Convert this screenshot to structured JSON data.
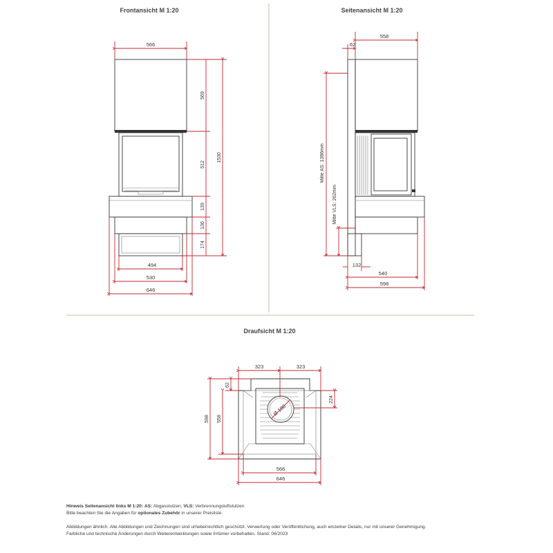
{
  "views": {
    "front": {
      "title": "Frontansicht M 1:20",
      "dims": {
        "top_width": "566",
        "h1": "569",
        "h2": "512",
        "h3": "139",
        "h4": "136",
        "h5": "174",
        "total": "1530",
        "w1": "494",
        "w2": "530",
        "w3": "646"
      }
    },
    "side": {
      "title": "Seitenansicht M 1:20",
      "dims": {
        "top_width": "558",
        "offset": "62",
        "as_label": "Mitte AS: 1386mm",
        "vls_label": "Mitte VLS: 262mm",
        "bottom_offset": "132",
        "w1": "540",
        "w2": "598"
      }
    },
    "top": {
      "title": "Draufsicht M 1:20",
      "dims": {
        "left_half": "323",
        "right_half": "323",
        "d62": "62",
        "d224": "224",
        "d598": "598",
        "d558": "558",
        "diameter": "Ø 180",
        "w1": "566",
        "w2": "646"
      }
    }
  },
  "notes": {
    "line1_bold": "Hinweis Seitenansicht links M 1:20:",
    "line1_as_bold": "AS:",
    "line1_as_text": "Abgasstutzen,",
    "line1_vls_bold": "VLS:",
    "line1_vls_text": "Verbrennungsluftstutzen",
    "line2_pre": "Bitte beachten Sie die Angaben für",
    "line2_bold": "optionales Zubehör",
    "line2_post": "in unserer Preisliste.",
    "line3": "Abbildungen ähnlich. Alle Abbildungen und Zeichnungen sind urheberrechtlich geschützt. Verwertung oder Veröffentlichung, auch einzelner Details, nur mit unserer Genehmigung.",
    "line4": "Farbliche und technische Änderungen durch Weiterentwicklungen sowie Irrtümer vorbehalten. Stand: 06/2023"
  },
  "colors": {
    "dimension_line": "#c0282d",
    "divider": "#c8b9a0",
    "outline": "#333333"
  }
}
